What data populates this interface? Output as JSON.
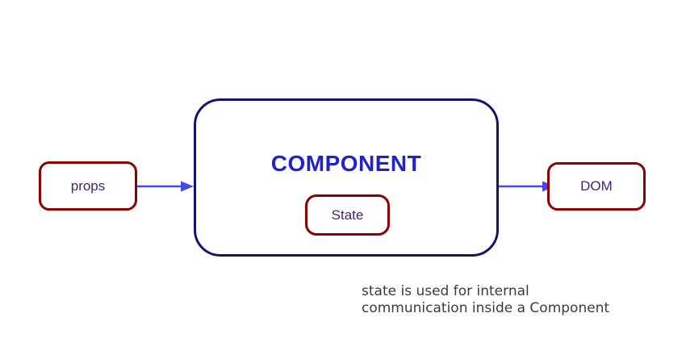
{
  "diagram": {
    "nodes": {
      "props": {
        "label": "props"
      },
      "component": {
        "title": "COMPONENT"
      },
      "state": {
        "label": "State"
      },
      "dom": {
        "label": "DOM"
      }
    },
    "arrows": [
      {
        "from": "props",
        "to": "component"
      },
      {
        "from": "component",
        "to": "dom"
      }
    ],
    "caption": {
      "line1": "state is used for internal",
      "line2": "communication inside a Component"
    }
  },
  "colors": {
    "node_border_red": "#8B0000",
    "component_border": "#14146B",
    "component_title": "#2222CC",
    "label_text": "#42256B",
    "arrow": "#4646EE",
    "caption_text": "#3B3B3B",
    "background": "#FFFFFF"
  }
}
